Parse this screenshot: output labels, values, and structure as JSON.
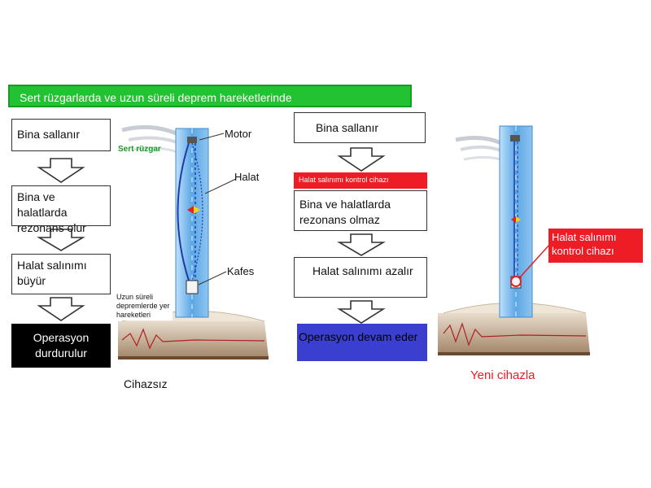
{
  "banner": "Sert rüzgarlarda ve uzun süreli deprem hareketlerinde",
  "left_flow": {
    "step1": "Bina sallanır",
    "step2": "Bina ve halatlarda rezonans olur",
    "step3": "Halat salınımı büyür",
    "result": "Operasyon durdurulur"
  },
  "right_flow": {
    "step1": "Bina sallanır",
    "device_bar": "Halat salınımı kontrol cihazı",
    "step2": "Bina ve halatlarda rezonans olmaz",
    "step3": "Halat salınımı azalır",
    "result": "Operasyon devam eder"
  },
  "left_figure": {
    "wind_label": "Sert rüzgar",
    "motor_label": "Motor",
    "rope_label": "Halat",
    "cage_label": "Kafes",
    "quake_label": "Uzun süreli depremlerde yer hareketleri",
    "caption": "Cihazsız"
  },
  "right_figure": {
    "device_label": "Halat salınımı kontrol cihazı",
    "caption": "Yeni cihazla"
  },
  "colors": {
    "banner": "#22c232",
    "red": "#ee1c25",
    "blue_result": "#3b3fcf",
    "tower": "#5aa7e6"
  }
}
